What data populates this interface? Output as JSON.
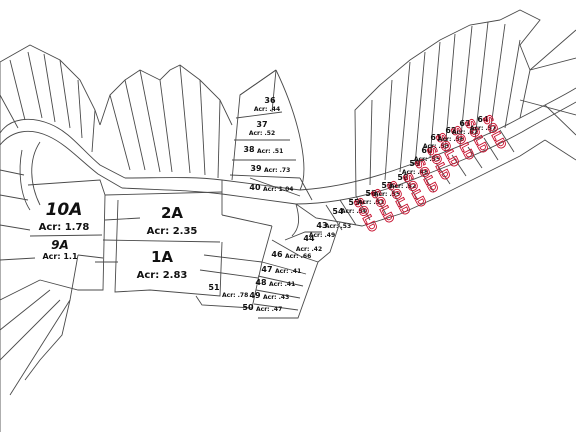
{
  "map": {
    "sold_label": "SOLD",
    "sold_color": "#c8102e",
    "lots": [
      {
        "id": "10A",
        "acres": "Acr: 1.78",
        "sold": false
      },
      {
        "id": "9A",
        "acres": "Acr: 1.1",
        "sold": false
      },
      {
        "id": "2A",
        "acres": "Acr: 2.35",
        "sold": false
      },
      {
        "id": "1A",
        "acres": "Acr: 2.83",
        "sold": false
      },
      {
        "id": "36",
        "acres": "Acr: .44",
        "sold": false
      },
      {
        "id": "37",
        "acres": "Acr: .52",
        "sold": false
      },
      {
        "id": "38",
        "acres": "Acr: .51",
        "sold": false
      },
      {
        "id": "39",
        "acres": "Acr: .73",
        "sold": false
      },
      {
        "id": "40",
        "acres": "Acr: 1.04",
        "sold": false
      },
      {
        "id": "43",
        "acres": "Acr: .49",
        "sold": false
      },
      {
        "id": "44",
        "acres": "Acr: .42",
        "sold": false
      },
      {
        "id": "46",
        "acres": "Acr: .66",
        "sold": false
      },
      {
        "id": "47",
        "acres": "Acr: .41",
        "sold": false
      },
      {
        "id": "48",
        "acres": "Acr: .41",
        "sold": false
      },
      {
        "id": "49",
        "acres": "Acr: .43",
        "sold": false
      },
      {
        "id": "50",
        "acres": "Acr: .47",
        "sold": false
      },
      {
        "id": "51",
        "acres": "Acr: .78",
        "sold": false
      },
      {
        "id": "54",
        "acres": "Acr: .53",
        "sold": false
      },
      {
        "id": "55",
        "acres": "Acr: .50",
        "sold": true
      },
      {
        "id": "56",
        "acres": "Acr: .51",
        "sold": true
      },
      {
        "id": "57",
        "acres": "Acr: .55",
        "sold": true
      },
      {
        "id": "58",
        "acres": "Acr: .52",
        "sold": true
      },
      {
        "id": "59",
        "acres": "Acr: .48",
        "sold": true
      },
      {
        "id": "60",
        "acres": "Acr: .55",
        "sold": true
      },
      {
        "id": "61",
        "acres": "Acr: .53",
        "sold": true
      },
      {
        "id": "62",
        "acres": "Acr: .56",
        "sold": true
      },
      {
        "id": "63",
        "acres": "Acr: .62",
        "sold": true
      },
      {
        "id": "64",
        "acres": "Acr: .57",
        "sold": true
      }
    ]
  }
}
